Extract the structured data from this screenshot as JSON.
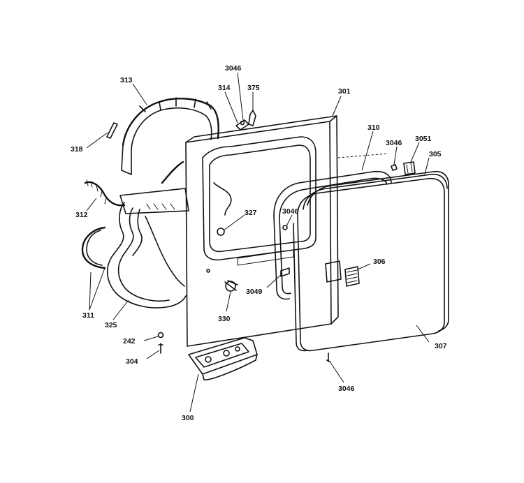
{
  "diagram": {
    "callouts": {
      "c313": "313",
      "c3046a": "3046",
      "c314": "314",
      "c375": "375",
      "c301": "301",
      "c318": "318",
      "c310": "310",
      "c3046b": "3046",
      "c3051": "3051",
      "c305": "305",
      "c312": "312",
      "c327": "327",
      "c3046c": "3046",
      "c306": "306",
      "c3049": "3049",
      "c311": "311",
      "c325": "325",
      "c330": "330",
      "c242": "242",
      "c304": "304",
      "c307": "307",
      "c3046d": "3046",
      "c300": "300"
    }
  }
}
